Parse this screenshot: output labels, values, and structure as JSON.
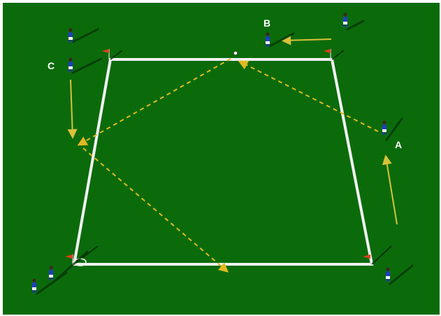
{
  "labels": {
    "a": "A",
    "b": "B",
    "c": "C"
  },
  "colors": {
    "pitch": "#0b6b0b",
    "field_lines": "#f2f2f2",
    "pass_arrow": "#e0b91e",
    "run_arrow": "#d8c23a",
    "player_shirt": "#1f3fbf",
    "flag": "#e0401e"
  },
  "icons": [
    "player-icon",
    "corner-flag-icon",
    "ball-icon",
    "cone-ring-icon"
  ]
}
